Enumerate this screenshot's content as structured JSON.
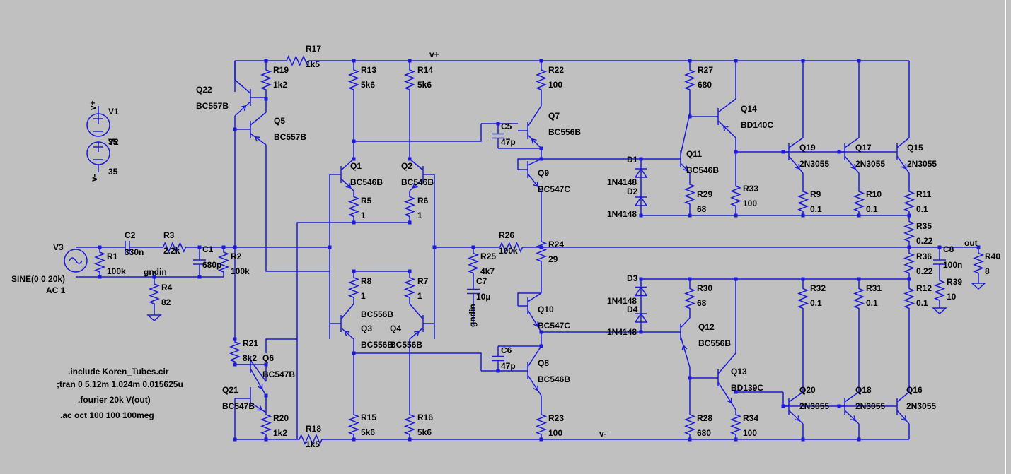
{
  "components": [
    {
      "ref": "R17",
      "value": "1k5"
    },
    {
      "ref": "R19",
      "value": "1k2"
    },
    {
      "ref": "R13",
      "value": "5k6"
    },
    {
      "ref": "R14",
      "value": "5k6"
    },
    {
      "ref": "R22",
      "value": "100"
    },
    {
      "ref": "R27",
      "value": "680"
    },
    {
      "ref": "Q22",
      "value": "BC557B"
    },
    {
      "ref": "Q5",
      "value": "BC557B"
    },
    {
      "ref": "Q7",
      "value": "BC556B"
    },
    {
      "ref": "Q14",
      "value": "BD140C"
    },
    {
      "ref": "C5",
      "value": "47p"
    },
    {
      "ref": "Q1",
      "value": "BC546B"
    },
    {
      "ref": "Q2",
      "value": "BC546B"
    },
    {
      "ref": "Q9",
      "value": "BC547C"
    },
    {
      "ref": "D1",
      "value": "1N4148"
    },
    {
      "ref": "D2",
      "value": "1N4148"
    },
    {
      "ref": "Q11",
      "value": "BC546B"
    },
    {
      "ref": "Q19",
      "value": "2N3055"
    },
    {
      "ref": "Q17",
      "value": "2N3055"
    },
    {
      "ref": "Q15",
      "value": "2N3055"
    },
    {
      "ref": "R5",
      "value": "1"
    },
    {
      "ref": "R6",
      "value": "1"
    },
    {
      "ref": "R29",
      "value": "68"
    },
    {
      "ref": "R33",
      "value": "100"
    },
    {
      "ref": "R9",
      "value": "0.1"
    },
    {
      "ref": "R10",
      "value": "0.1"
    },
    {
      "ref": "R11",
      "value": "0.1"
    },
    {
      "ref": "R35",
      "value": "0.22"
    },
    {
      "ref": "C2",
      "value": "330n"
    },
    {
      "ref": "R3",
      "value": "2.2k"
    },
    {
      "ref": "C1",
      "value": "680p"
    },
    {
      "ref": "R2",
      "value": "100k"
    },
    {
      "ref": "R1",
      "value": "100k"
    },
    {
      "ref": "R26",
      "value": "100k"
    },
    {
      "ref": "R24",
      "value": "29"
    },
    {
      "ref": "R25",
      "value": "4k7"
    },
    {
      "ref": "C7",
      "value": "10µ"
    },
    {
      "ref": "R36",
      "value": "0.22"
    },
    {
      "ref": "C8",
      "value": "100n"
    },
    {
      "ref": "R40",
      "value": "8"
    },
    {
      "ref": "R39",
      "value": "10"
    },
    {
      "ref": "R4",
      "value": "82"
    },
    {
      "ref": "R8",
      "value": "1"
    },
    {
      "ref": "R7",
      "value": "1"
    },
    {
      "ref": "D3",
      "value": "1N4148"
    },
    {
      "ref": "D4",
      "value": "1N4148"
    },
    {
      "ref": "R30",
      "value": "68"
    },
    {
      "ref": "R32",
      "value": "0.1"
    },
    {
      "ref": "R31",
      "value": "0.1"
    },
    {
      "ref": "R12",
      "value": "0.1"
    },
    {
      "ref": "Q3",
      "value": "BC556B"
    },
    {
      "ref": "Q4",
      "value": "BC556B"
    },
    {
      "ref": "Q10",
      "value": "BC547C"
    },
    {
      "ref": "Q12",
      "value": "BC556B"
    },
    {
      "ref": "R21",
      "value": "8k2"
    },
    {
      "ref": "Q6",
      "value": "BC547B"
    },
    {
      "ref": "C6",
      "value": "47p"
    },
    {
      "ref": "Q8",
      "value": "BC546B"
    },
    {
      "ref": "Q13",
      "value": "BD139C"
    },
    {
      "ref": "Q21",
      "value": "BC547B"
    },
    {
      "ref": "R20",
      "value": "1k2"
    },
    {
      "ref": "R18",
      "value": "1k5"
    },
    {
      "ref": "R15",
      "value": "5k6"
    },
    {
      "ref": "R16",
      "value": "5k6"
    },
    {
      "ref": "R23",
      "value": "100"
    },
    {
      "ref": "R28",
      "value": "680"
    },
    {
      "ref": "R34",
      "value": "100"
    },
    {
      "ref": "Q20",
      "value": "2N3055"
    },
    {
      "ref": "Q18",
      "value": "2N3055"
    },
    {
      "ref": "Q16",
      "value": "2N3055"
    }
  ],
  "sources": {
    "V1": {
      "ref": "V1",
      "value": "35"
    },
    "V2": {
      "ref": "V2",
      "value": "35"
    },
    "V3": {
      "ref": "V3",
      "value": "SINE(0 0 20k)",
      "ac": "AC 1"
    }
  },
  "nets": {
    "vplus": "v+",
    "vminus": "v-",
    "gndin": "gndin",
    "out": "out"
  },
  "directives": [
    ".include Koren_Tubes.cir",
    ";tran 0 5.12m 1.024m 0.015625u",
    ".fourier 20k V(out)",
    ".ac oct 100 100 100meg"
  ]
}
